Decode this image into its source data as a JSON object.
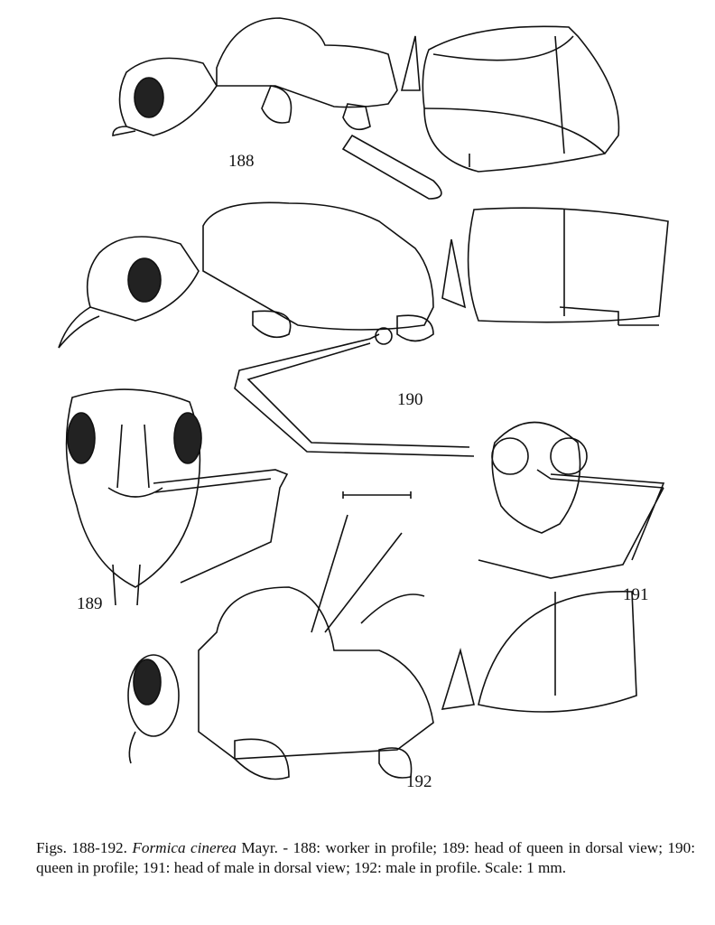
{
  "figures": [
    {
      "number": "188",
      "subject": "worker in profile"
    },
    {
      "number": "189",
      "subject": "head of queen in dorsal view"
    },
    {
      "number": "190",
      "subject": "queen in profile"
    },
    {
      "number": "191",
      "subject": "head of male in dorsal view"
    },
    {
      "number": "192",
      "subject": "male in profile"
    }
  ],
  "caption": {
    "prefix": "Figs. 188-192.",
    "species": "Formica cinerea",
    "text": " Mayr. - 188: worker in profile; 189: head of queen in dorsal view; 190: queen in profile; 191: head of male in dorsal view; 192: male in profile. Scale: 1 mm."
  }
}
